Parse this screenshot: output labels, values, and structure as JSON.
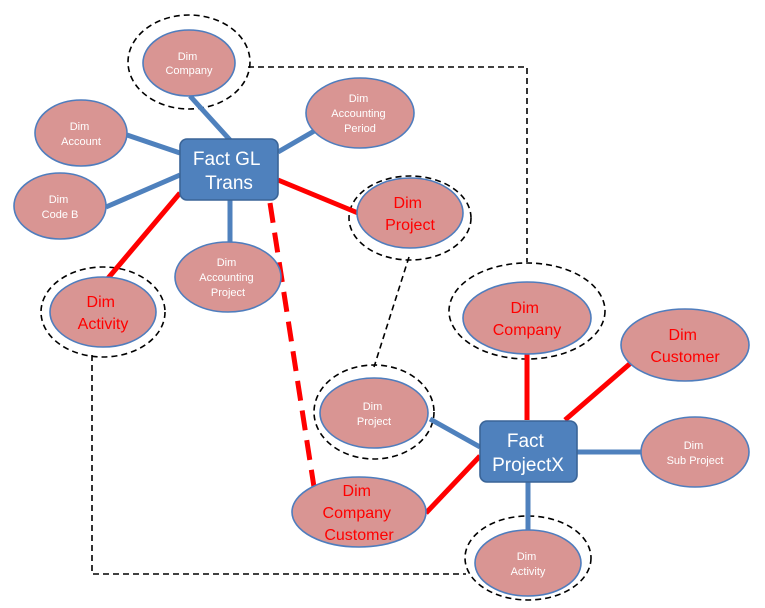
{
  "colors": {
    "node_fill": "#d99593",
    "node_stroke": "#4f7dbd",
    "fact_fill": "#4f81bd",
    "fact_stroke": "#3a6497",
    "fact_text": "#ffffff",
    "link_blue": "#4f81bd",
    "link_red": "#ff0000",
    "label_white": "#ffffff",
    "label_red": "#ff0000",
    "dashed": "#000000"
  },
  "nodes": {
    "fact_gl": {
      "lines": [
        "Fact GL",
        "Trans"
      ]
    },
    "fact_projectx": {
      "lines": [
        "Fact",
        "ProjectX"
      ]
    },
    "dim_company_left": {
      "lines": [
        "Dim",
        "Company"
      ]
    },
    "dim_account": {
      "lines": [
        "Dim",
        "Account"
      ]
    },
    "dim_code_b": {
      "lines": [
        "Dim",
        "Code B"
      ]
    },
    "dim_accounting_period": {
      "lines": [
        "Dim",
        "Accounting",
        "Period"
      ]
    },
    "dim_project_red": {
      "lines": [
        "Dim",
        "Project"
      ]
    },
    "dim_accounting_project": {
      "lines": [
        "Dim",
        "Accounting",
        "Project"
      ]
    },
    "dim_activity_red": {
      "lines": [
        "Dim",
        "Activity"
      ]
    },
    "dim_company_red": {
      "lines": [
        "Dim",
        "Company"
      ]
    },
    "dim_customer_red": {
      "lines": [
        "Dim",
        "Customer"
      ]
    },
    "dim_project_small": {
      "lines": [
        "Dim",
        "Project"
      ]
    },
    "dim_sub_project": {
      "lines": [
        "Dim",
        "Sub Project"
      ]
    },
    "dim_company_customer": {
      "lines": [
        "Dim",
        "Company",
        "Customer"
      ]
    },
    "dim_activity_small": {
      "lines": [
        "Dim",
        "Activity"
      ]
    }
  }
}
